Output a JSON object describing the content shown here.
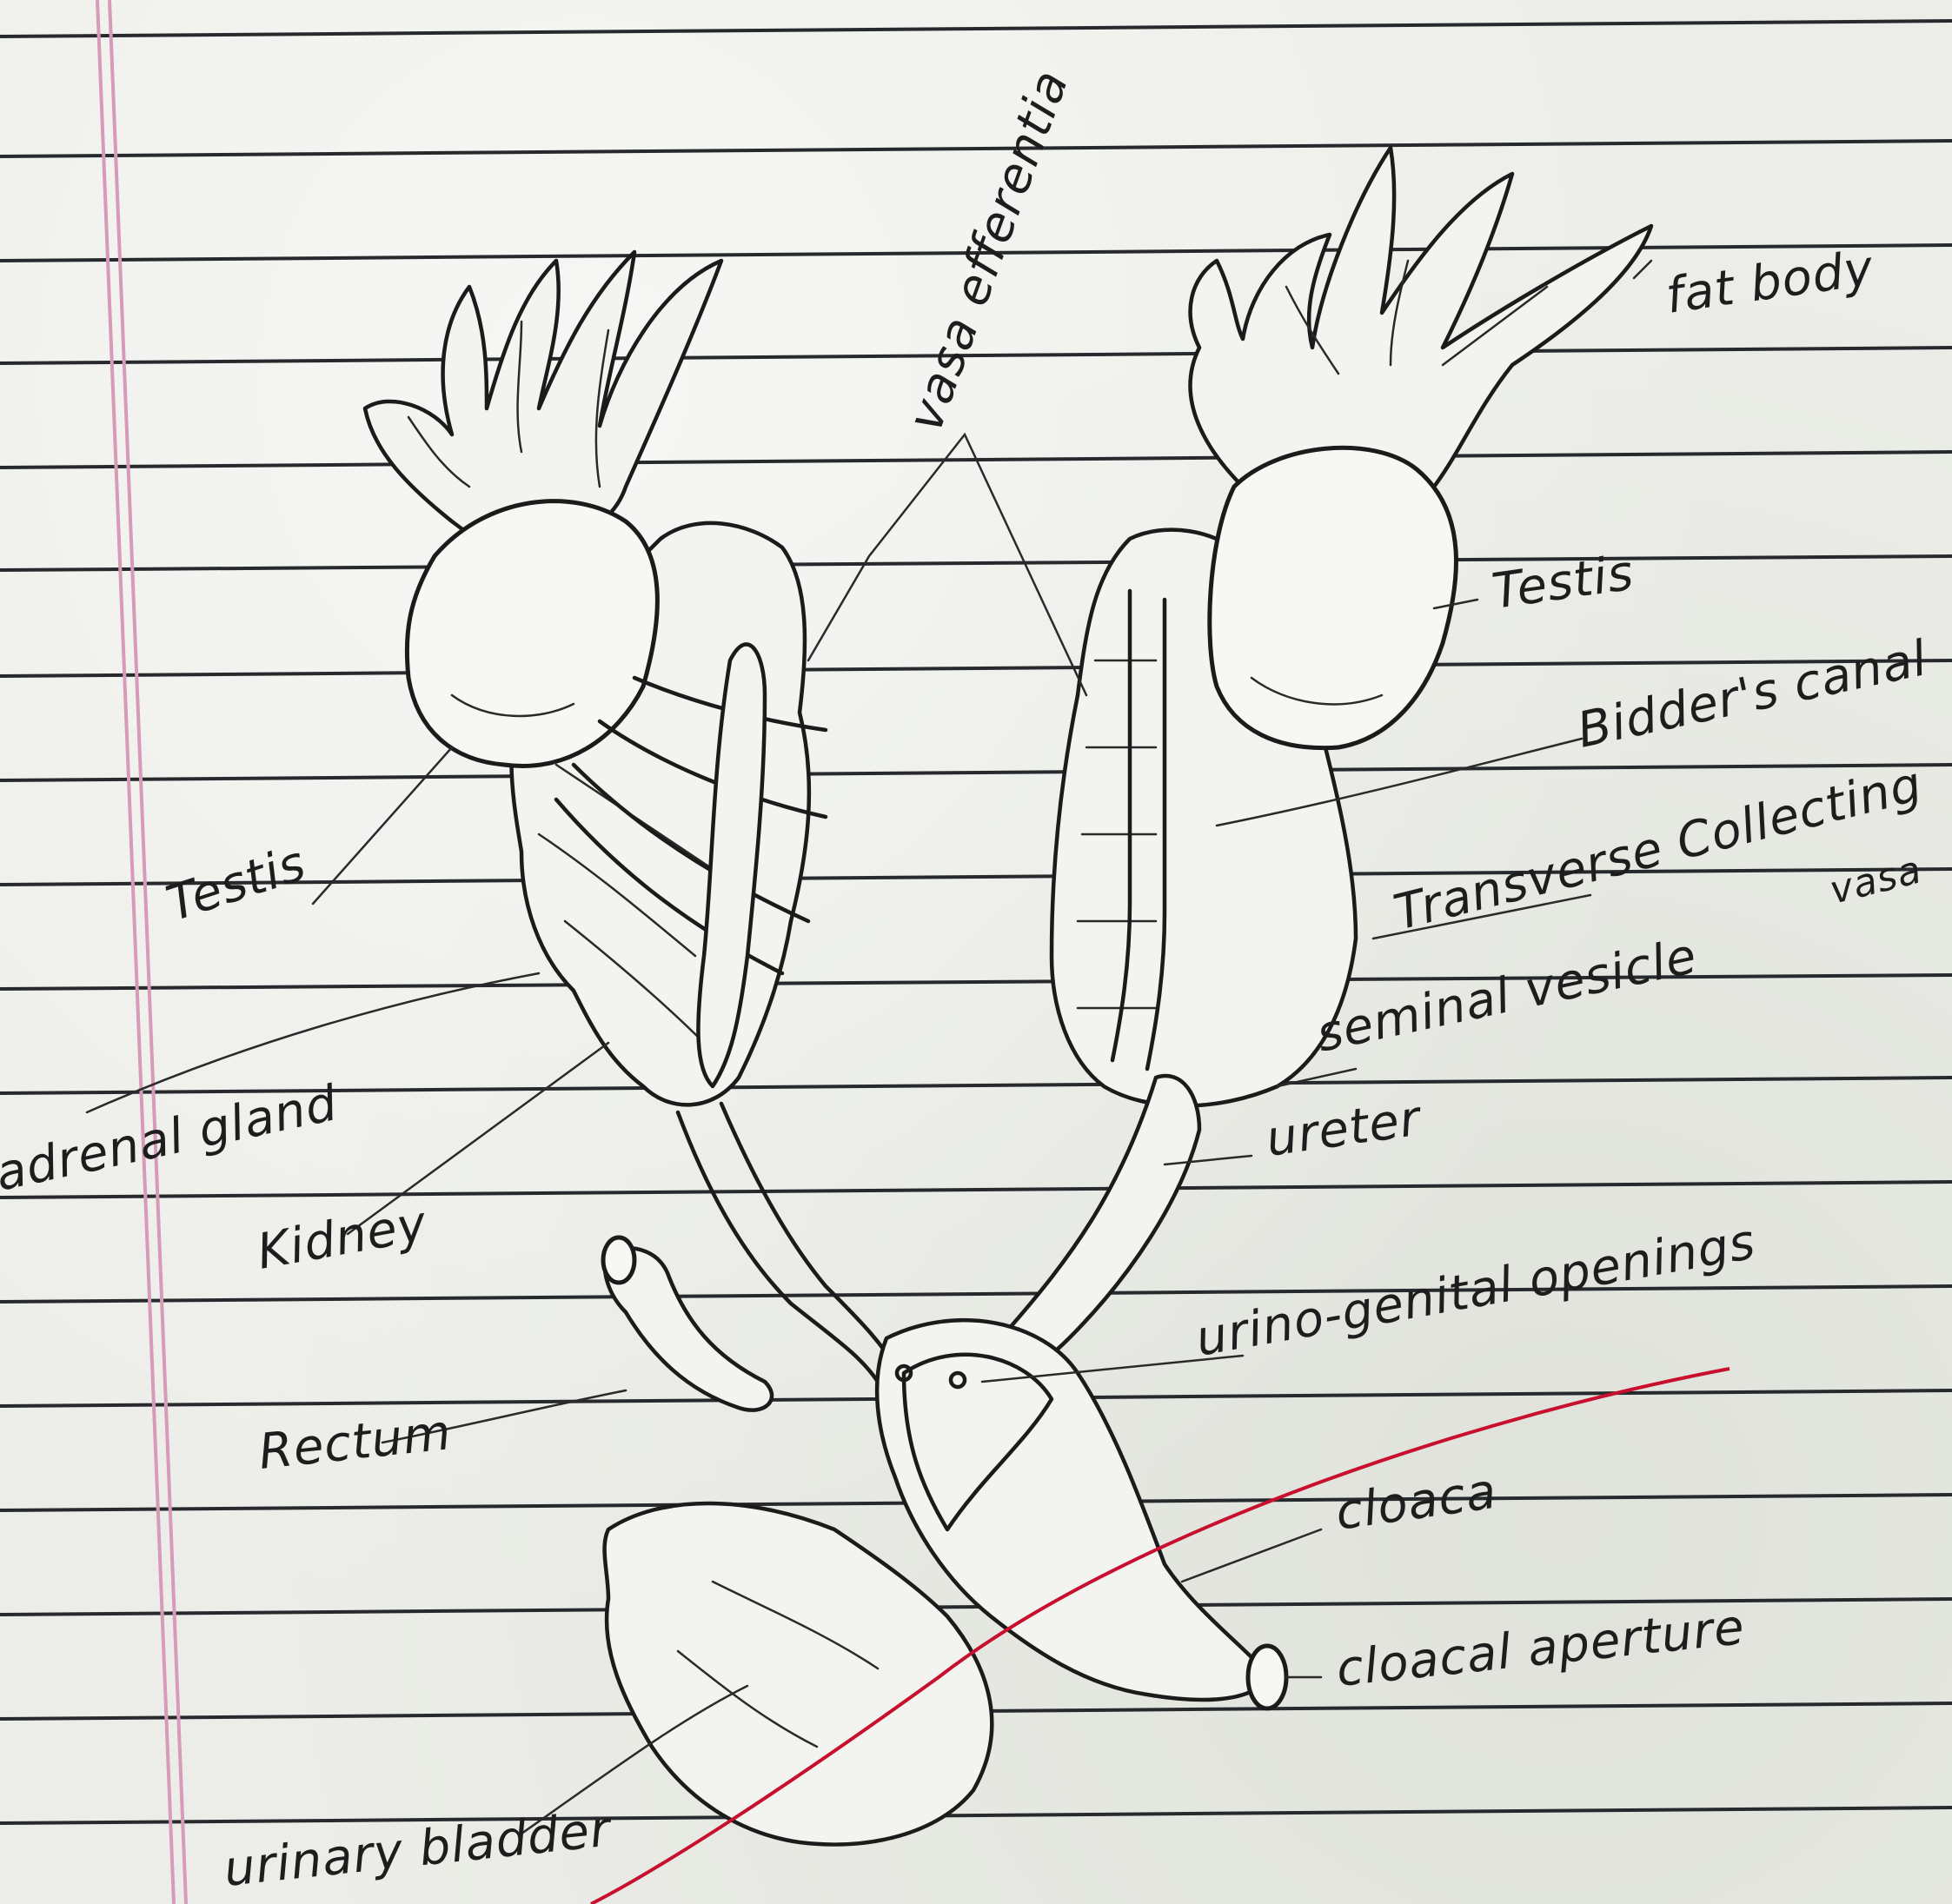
{
  "labels": {
    "vasa_efferentia": "vasa efferentia",
    "fat_body": "fat body",
    "testis_right": "Testis",
    "bidders_canal": "Bidder's canal",
    "transverse_collecting": "Transverse Collecting",
    "vasa": "vasa",
    "seminal_vesicle": "seminal vesicle",
    "ureter": "ureter",
    "uring_genital_openings": "urino-genital openings",
    "testis_left": "Testis",
    "adrenal_gland": "adrenal gland",
    "kidney": "Kidney",
    "rectum": "Rectum",
    "cloaca": "cloaca",
    "cloacal_aperture": "cloacal aperture",
    "urinary_bladder": "urinary bladder"
  },
  "colors": {
    "ink": "#1b1b1b",
    "ruled_lines": "#262a2c",
    "margin_line": "#d79ab8",
    "red_ink": "#c8102e",
    "paper": "#ecede8"
  }
}
